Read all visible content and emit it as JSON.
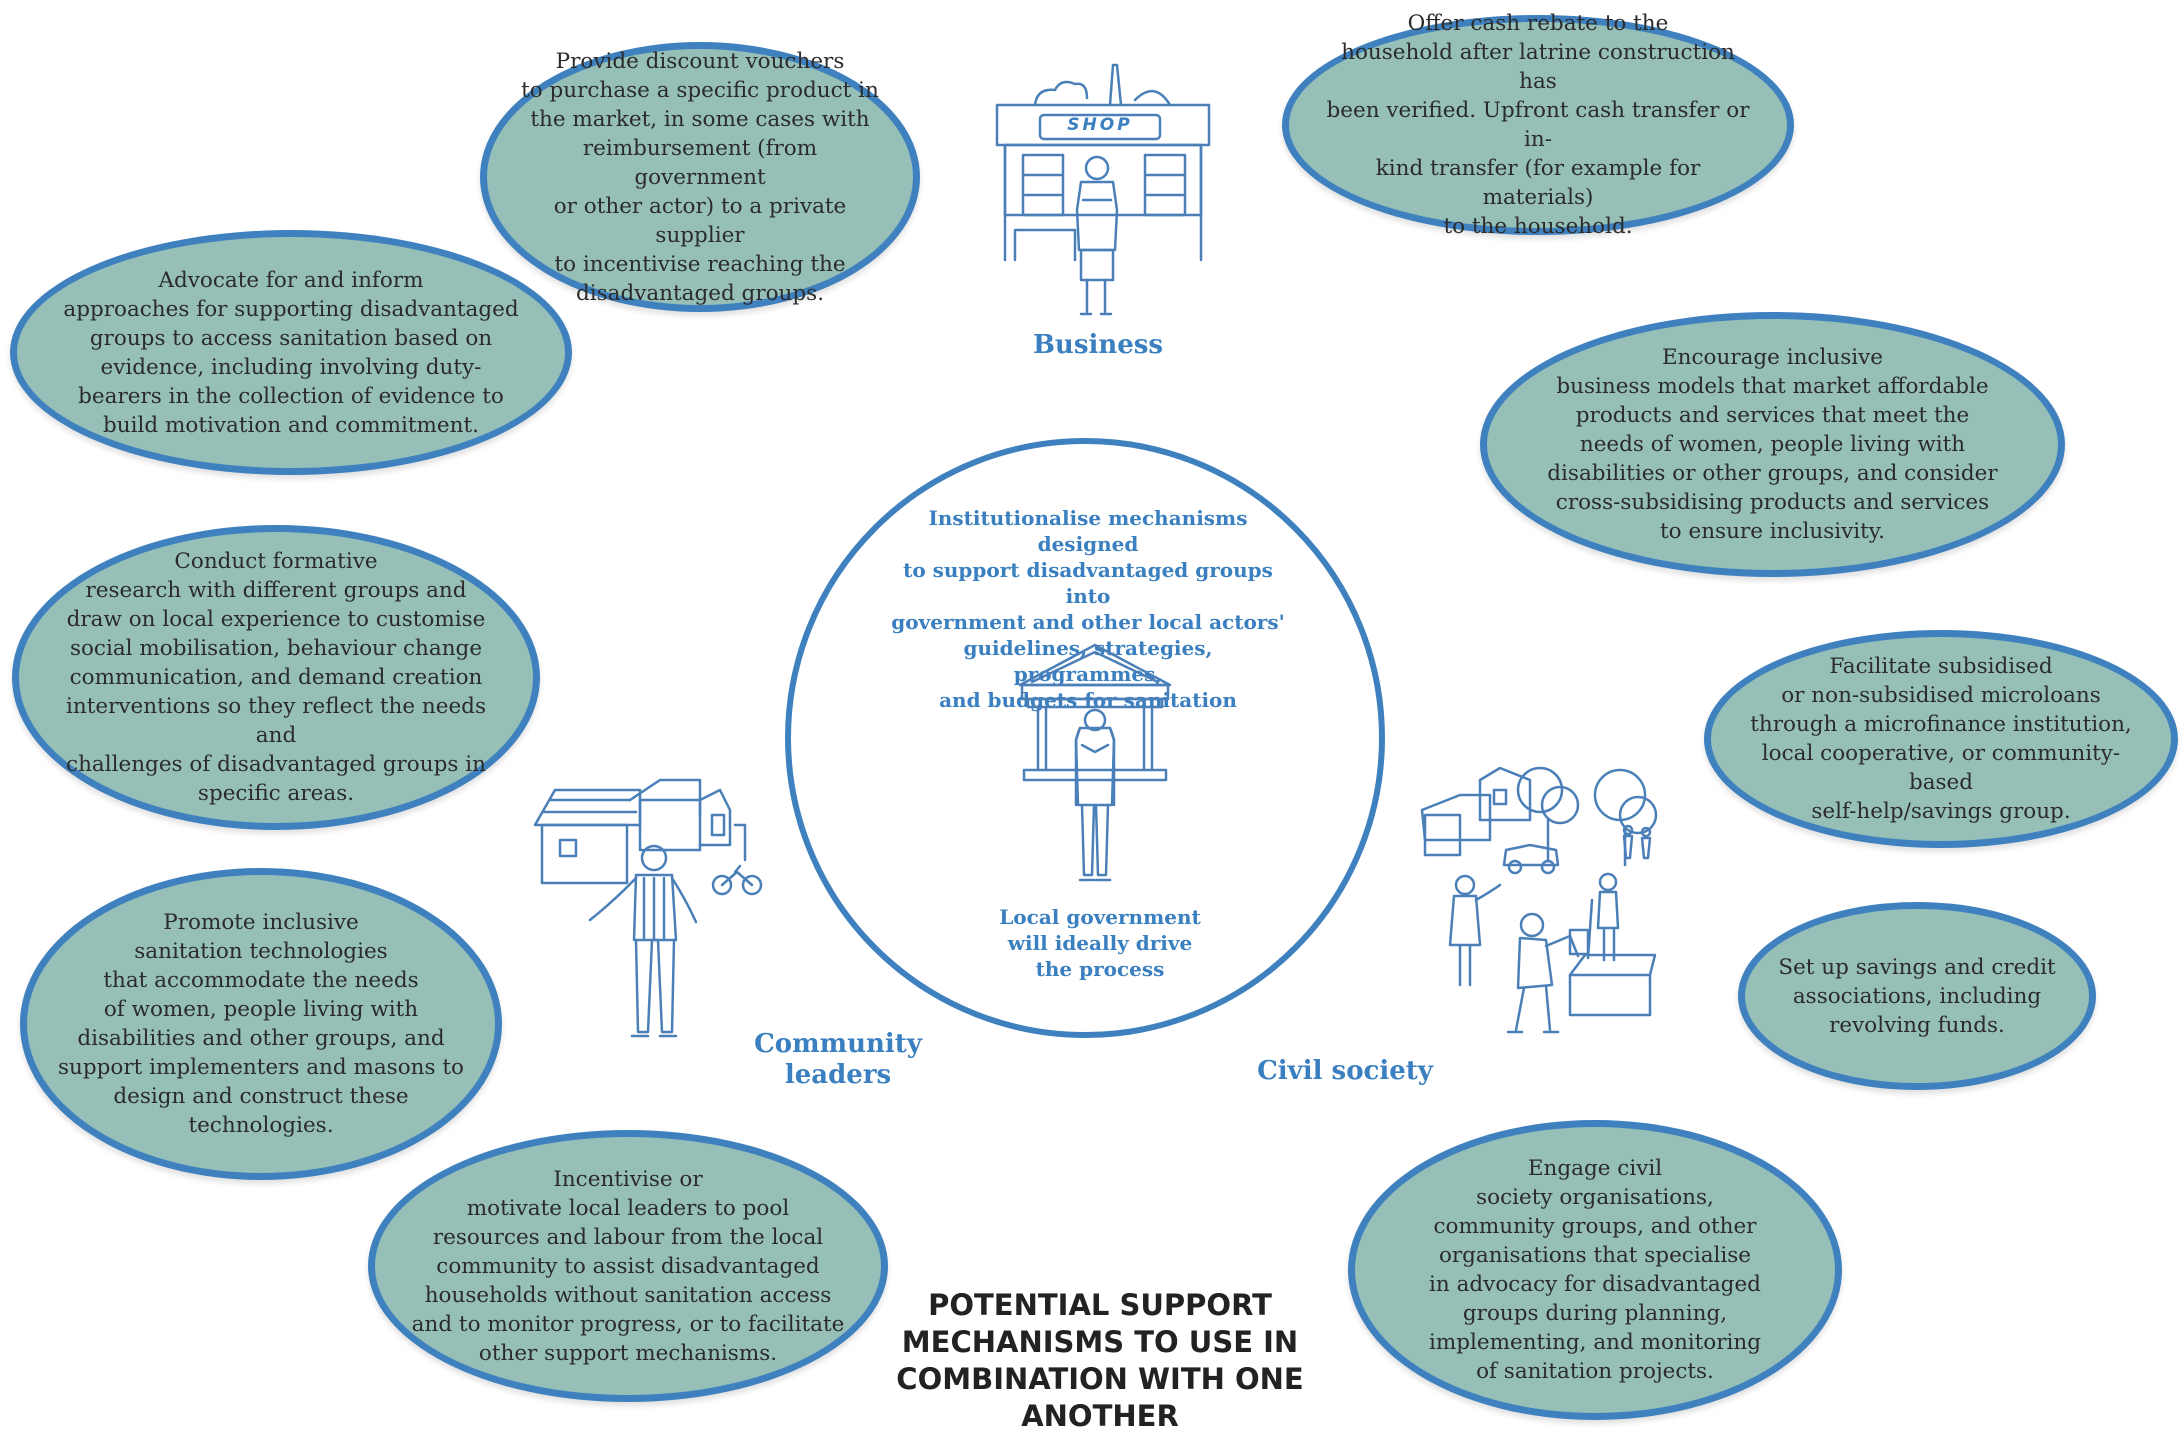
{
  "headline": [
    "POTENTIAL SUPPORT",
    "MECHANISMS TO USE IN",
    "COMBINATION WITH ONE",
    "ANOTHER"
  ],
  "center": {
    "text": [
      "Institutionalise mechanisms designed",
      "to support disadvantaged groups into",
      "government and other local actors'",
      "guidelines, strategies, programmes,",
      "and budgets for sanitation"
    ],
    "footer": [
      "Local government",
      "will ideally drive",
      "the process"
    ],
    "sign_text": ""
  },
  "actors": {
    "business": "Business",
    "community": [
      "Community",
      "leaders"
    ],
    "civil": "Civil society"
  },
  "shop_sign": "SHOP",
  "bubbles": {
    "vouchers": [
      "Provide discount vouchers",
      "to purchase a specific product in",
      "the market, in some cases with",
      "reimbursement (from government",
      "or other actor) to a private supplier",
      "to incentivise reaching the",
      "disadvantaged groups."
    ],
    "rebate": [
      "Offer cash rebate to the",
      "household after latrine construction has",
      "been verified. Upfront cash transfer or in-",
      "kind transfer (for example for materials)",
      "to the household."
    ],
    "advocate": [
      "Advocate for and inform",
      "approaches for supporting disadvantaged",
      "groups to access sanitation based on",
      "evidence, including involving duty-",
      "bearers in the collection of evidence to",
      "build motivation and commitment."
    ],
    "business_models": [
      "Encourage inclusive",
      "business models that market affordable",
      "products and services that meet the",
      "needs of women, people living with",
      "disabilities or other groups, and consider",
      "cross-subsidising products and services",
      "to ensure inclusivity."
    ],
    "research": [
      "Conduct formative",
      "research with different groups and",
      "draw on local experience to customise",
      "social mobilisation, behaviour change",
      "communication, and demand creation",
      "interventions so they reflect the needs and",
      "challenges of disadvantaged groups in",
      "specific areas."
    ],
    "microloans": [
      "Facilitate subsidised",
      "or non-subsidised microloans",
      "through a microfinance institution,",
      "local cooperative, or community-based",
      "self-help/savings group."
    ],
    "technologies": [
      "Promote inclusive",
      "sanitation technologies",
      "that accommodate the needs",
      "of women, people living with",
      "disabilities and other groups, and",
      "support implementers and masons to",
      "design and construct these",
      "technologies."
    ],
    "savings": [
      "Set up savings and credit",
      "associations, including",
      "revolving funds."
    ],
    "incentivise": [
      "Incentivise or",
      "motivate local leaders to pool",
      "resources and labour from the local",
      "community to assist disadvantaged",
      "households without sanitation access",
      "and to monitor progress, or to facilitate",
      "other support mechanisms."
    ],
    "civil_engage": [
      "Engage civil",
      "society organisations,",
      "community groups, and other",
      "organisations that specialise",
      "in advocacy for disadvantaged",
      "groups during planning,",
      "implementing, and monitoring",
      "of sanitation projects."
    ]
  },
  "colors": {
    "bubble_fill": "#95bfb7",
    "border": "#3f81bf",
    "accent_text": "#3a7fbf"
  },
  "icons": [
    "shop-illustration",
    "government-building-illustration",
    "village-illustration",
    "civil-society-illustration"
  ]
}
